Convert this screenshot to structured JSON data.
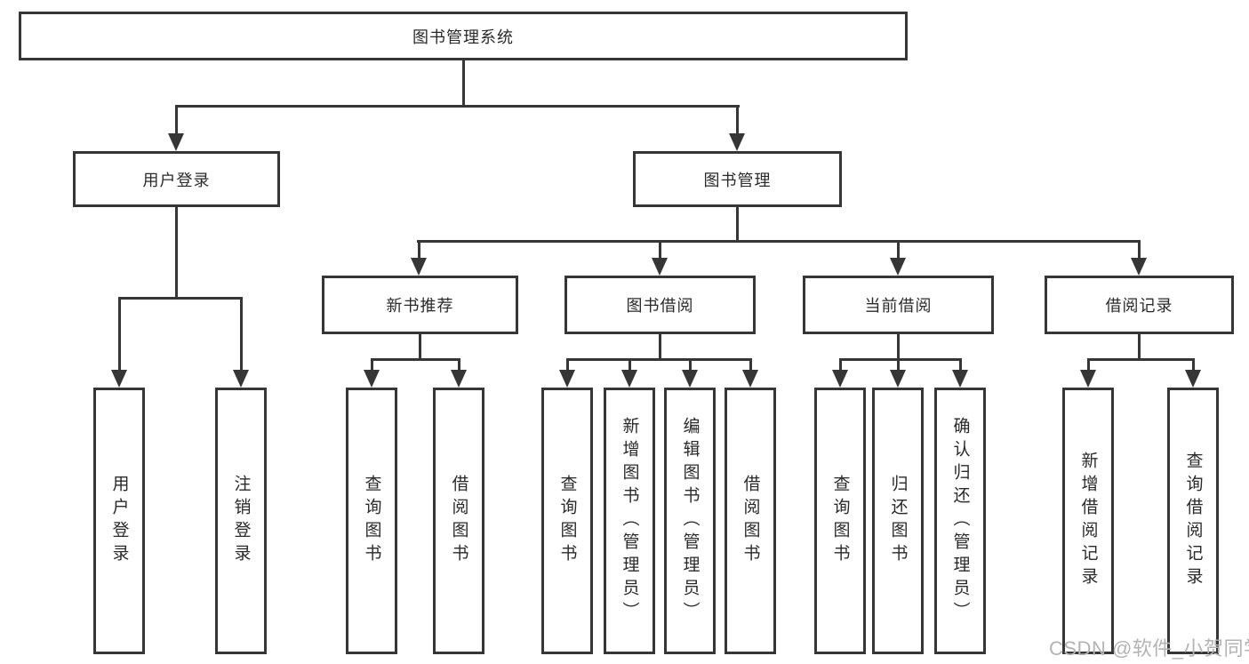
{
  "tree": {
    "root": {
      "label": "图书管理系统"
    },
    "branches": [
      {
        "label": "用户登录",
        "leaves": [
          {
            "label": "用户登录"
          },
          {
            "label": "注销登录"
          }
        ]
      },
      {
        "label": "图书管理",
        "sections": [
          {
            "label": "新书推荐",
            "leaves": [
              {
                "label": "查询图书"
              },
              {
                "label": "借阅图书"
              }
            ]
          },
          {
            "label": "图书借阅",
            "leaves": [
              {
                "label": "查询图书"
              },
              {
                "label": "新增图书（管理员）"
              },
              {
                "label": "编辑图书（管理员）"
              },
              {
                "label": "借阅图书"
              }
            ]
          },
          {
            "label": "当前借阅",
            "leaves": [
              {
                "label": "查询图书"
              },
              {
                "label": "归还图书"
              },
              {
                "label": "确认归还（管理员）"
              }
            ]
          },
          {
            "label": "借阅记录",
            "leaves": [
              {
                "label": "新增借阅记录"
              },
              {
                "label": "查询借阅记录"
              }
            ]
          }
        ]
      }
    ]
  },
  "watermark": {
    "text": "CSDN @软件_小贺同学"
  },
  "colors": {
    "line": "#363636",
    "box_border": "#363636",
    "text": "#2a2a2a",
    "watermark": "#b3b3b3",
    "background": "#ffffff"
  }
}
